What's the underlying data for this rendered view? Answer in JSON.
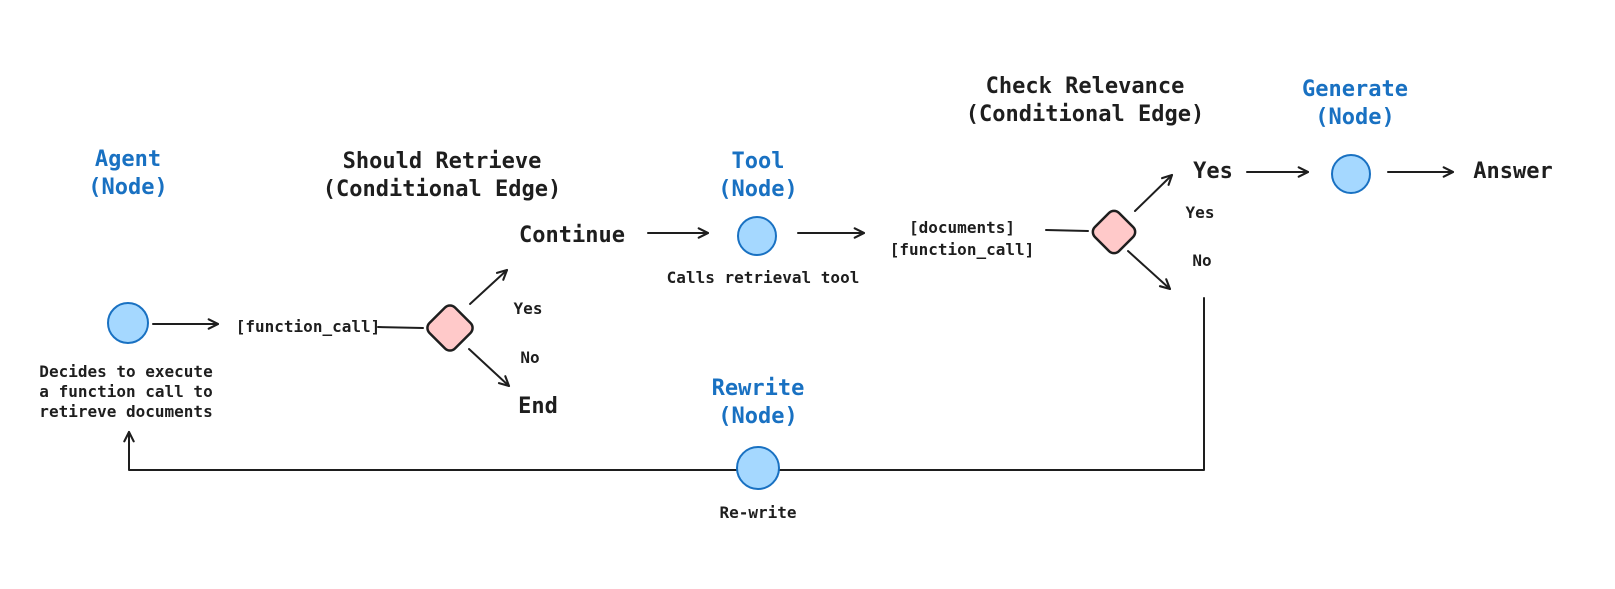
{
  "colors": {
    "background": "#ffffff",
    "node_fill": "#a5d8ff",
    "node_stroke": "#1971c2",
    "diamond_fill": "#ffc9c9",
    "diamond_stroke": "#1e1e1e",
    "label_blue": "#1971c2",
    "text_dark": "#1e1e1e",
    "line_color": "#1e1e1e"
  },
  "labels": {
    "agent_title": "Agent\n(Node)",
    "agent_note": "Decides to execute\na function call to\nretireve documents",
    "function_call_state": "[function_call]",
    "should_retrieve_title": "Should Retrieve\n(Conditional Edge)",
    "should_retrieve_yes": "Yes",
    "should_retrieve_no": "No",
    "continue_label": "Continue",
    "end_label": "End",
    "tool_title": "Tool\n(Node)",
    "tool_note": "Calls retrieval tool",
    "documents_state": "[documents]\n[function_call]",
    "check_relevance_title": "Check Relevance\n(Conditional Edge)",
    "relevance_yes_target": "Yes",
    "relevance_yes_branch": "Yes",
    "relevance_no_branch": "No",
    "generate_title": "Generate\n(Node)",
    "answer_label": "Answer",
    "rewrite_title": "Rewrite\n(Node)",
    "rewrite_note": "Re-write"
  }
}
